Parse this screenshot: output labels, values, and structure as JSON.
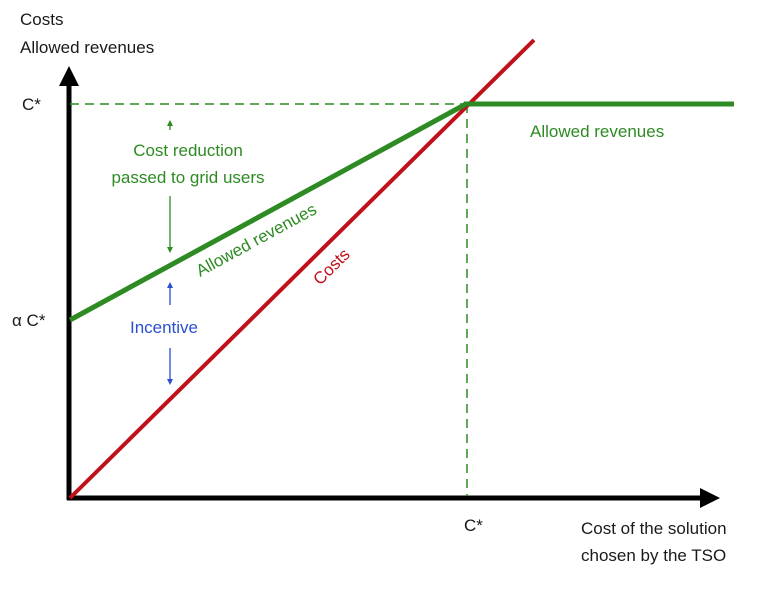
{
  "y_axis_label_line1": "Costs",
  "y_axis_label_line2": "Allowed revenues",
  "x_axis_label_line1": "Cost of the solution",
  "x_axis_label_line2": "chosen by the TSO",
  "y_tick_cstar": "C*",
  "y_tick_alpha_cstar": "α C*",
  "x_tick_cstar": "C*",
  "annotation_cost_reduction_line1": "Cost reduction",
  "annotation_cost_reduction_line2": "passed to grid users",
  "annotation_incentive": "Incentive",
  "label_allowed_revenues_flat": "Allowed revenues",
  "label_allowed_revenues_slope": "Allowed revenues",
  "label_costs": "Costs",
  "colors": {
    "allowed_revenues": "#2e8b23",
    "costs": "#c0101a",
    "incentive": "#2a4fd0",
    "axes": "#000000"
  }
}
